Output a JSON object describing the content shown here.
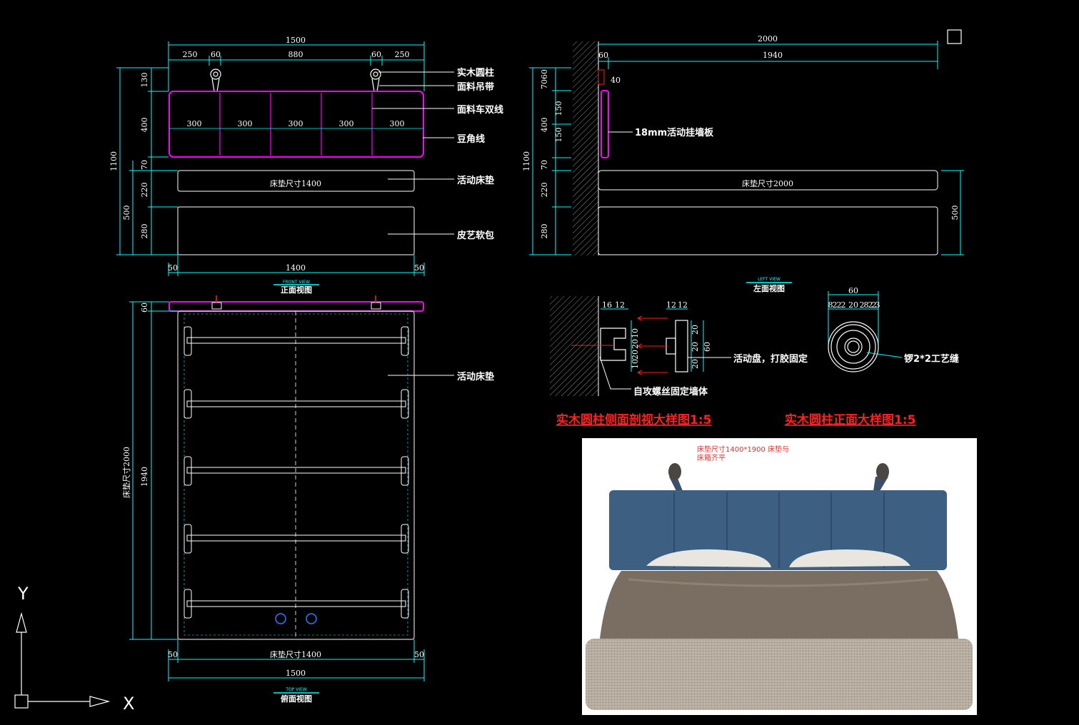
{
  "front_view": {
    "top_overall": "1500",
    "top_segments": [
      "250",
      "60",
      "880",
      "60",
      "250"
    ],
    "panel_widths": [
      "300",
      "300",
      "300",
      "300",
      "300"
    ],
    "left_dims": [
      "130",
      "400",
      "70",
      "220",
      "280"
    ],
    "left_overall": "1100",
    "left_base": "500",
    "mattress_label": "床垫尺寸1400",
    "bottom_dims": [
      "50",
      "1400",
      "50"
    ],
    "caption_small": "FRONT VIEW",
    "caption": "正面视图"
  },
  "callouts": {
    "solid_wood_post": "实木圆柱",
    "fabric_strap": "面料吊带",
    "double_stitch": "面料车双线",
    "piping": "豆角线",
    "removable_mattress": "活动床垫",
    "leather_upholstery": "皮艺软包"
  },
  "side_view": {
    "top_overall": "2000",
    "top_inner": "1940",
    "small_dims": [
      "60",
      "40"
    ],
    "left_dims": [
      "70",
      "60",
      "150",
      "150",
      "400",
      "70",
      "220",
      "280"
    ],
    "left_overall": "1100",
    "right_dim": "500",
    "panel_note": "18mm活动挂墙板",
    "mattress_label": "床垫尺寸2000",
    "caption_small": "LEFT VIEW",
    "caption": "左面视图"
  },
  "top_view": {
    "left_top": "60",
    "left_dims": [
      "床垫尺寸2000",
      "1940"
    ],
    "callout": "活动床垫",
    "bottom_dims": [
      "50",
      "床垫尺寸1400",
      "50"
    ],
    "bottom_overall": "1500",
    "caption_small": "TOP VIEW",
    "caption": "俯面视图"
  },
  "detail_section": {
    "top_dims": [
      "16",
      "12",
      "12",
      "12"
    ],
    "v_dims": [
      "10",
      "20",
      "20",
      "10",
      "20",
      "20",
      "20",
      "60"
    ],
    "note_glue": "活动盘，打胶固定",
    "note_screw": "自攻螺丝固定墙体",
    "title": "实木圆柱侧面剖视大样图1:5"
  },
  "detail_front": {
    "top_overall": "60",
    "top_dims": [
      "8",
      "2",
      "2",
      "2",
      "20",
      "2",
      "8",
      "2",
      "2",
      "3"
    ],
    "note_groove": "锣2*2工艺缝",
    "title": "实木圆柱正面大样图1:5"
  },
  "photo": {
    "note_line1": "床垫尺寸1400*1900  床垫与",
    "note_line2": "床箱齐平"
  },
  "ucs": {
    "x": "X",
    "y": "Y"
  },
  "colors": {
    "background": "#000000",
    "line": "#ffffff",
    "dimension": "#00ffff",
    "panel": "#ff00ff",
    "title": "#ff2020"
  }
}
